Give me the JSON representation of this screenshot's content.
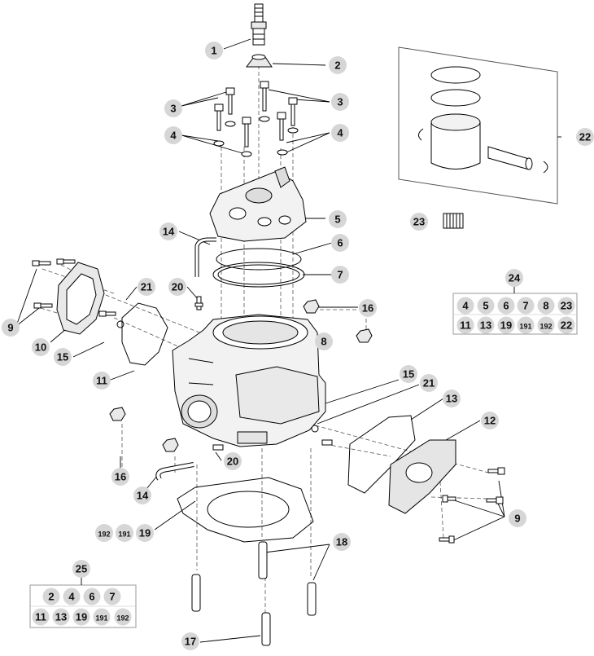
{
  "callouts": {
    "c1": "1",
    "c2": "2",
    "c3a": "3",
    "c3b": "3",
    "c4a": "4",
    "c4b": "4",
    "c5": "5",
    "c6": "6",
    "c7": "7",
    "c8": "8",
    "c9a": "9",
    "c9b": "9",
    "c10": "10",
    "c11": "11",
    "c12": "12",
    "c13": "13",
    "c14a": "14",
    "c14b": "14",
    "c15a": "15",
    "c15b": "15",
    "c16a": "16",
    "c16b": "16",
    "c17": "17",
    "c18": "18",
    "c19": "19",
    "c191": "191",
    "c192": "192",
    "c20a": "20",
    "c20b": "20",
    "c21a": "21",
    "c21b": "21",
    "c22": "22",
    "c23": "23"
  },
  "kit24": {
    "title": "24",
    "row1": [
      "4",
      "5",
      "6",
      "7",
      "8",
      "23"
    ],
    "row2": [
      "11",
      "13",
      "19",
      "191",
      "192",
      "22"
    ]
  },
  "kit25": {
    "title": "25",
    "row1": [
      "2",
      "4",
      "6",
      "7"
    ],
    "row2": [
      "11",
      "13",
      "19",
      "191",
      "192"
    ]
  },
  "colors": {
    "bubble": "#d6d6d6",
    "line": "#000000",
    "part_fill": "#e9e9e9",
    "kit_box": "#9a9a9a"
  }
}
